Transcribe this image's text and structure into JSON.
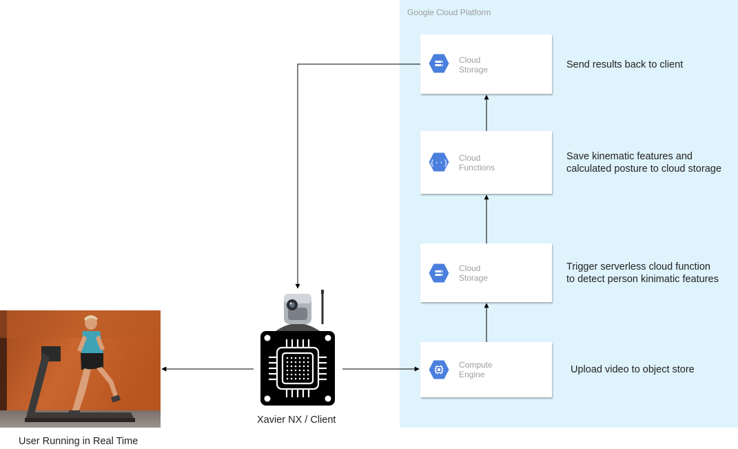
{
  "region": {
    "title": "Google Cloud Platform"
  },
  "services": [
    {
      "line1": "Cloud",
      "line2": "Storage",
      "icon": "cloud-storage-icon"
    },
    {
      "line1": "Cloud",
      "line2": "Functions",
      "icon": "cloud-functions-icon"
    },
    {
      "line1": "Cloud",
      "line2": "Storage",
      "icon": "cloud-storage-icon"
    },
    {
      "line1": "Compute",
      "line2": "Engine",
      "icon": "compute-engine-icon"
    }
  ],
  "steps": [
    {
      "line1": "Send results back to client"
    },
    {
      "line1": "Save kinematic features and",
      "line2": "calculated posture to cloud storage"
    },
    {
      "line1": "Trigger serverless cloud function",
      "line2": "to detect person kinimatic features"
    },
    {
      "line1": "Upload video to object store"
    }
  ],
  "client": {
    "label": "Xavier NX / Client"
  },
  "video": {
    "caption": "User Running in Real Time"
  },
  "colors": {
    "gcp_background": "#dff3fc",
    "gcp_icon_blue": "#4a7fde",
    "text_gray": "#9e9e9e",
    "text_dark": "#222222"
  }
}
